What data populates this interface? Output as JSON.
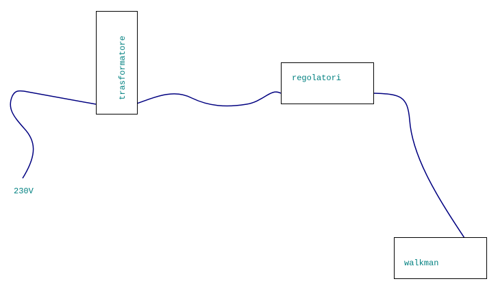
{
  "title": "walkman power supply diagram",
  "nodes": {
    "source": "230V",
    "transformer": "trasformatore",
    "regulators": "regolatori",
    "walkman": "walkman"
  },
  "colors": {
    "wire": "#000080",
    "text": "#008080",
    "border": "#000000"
  }
}
